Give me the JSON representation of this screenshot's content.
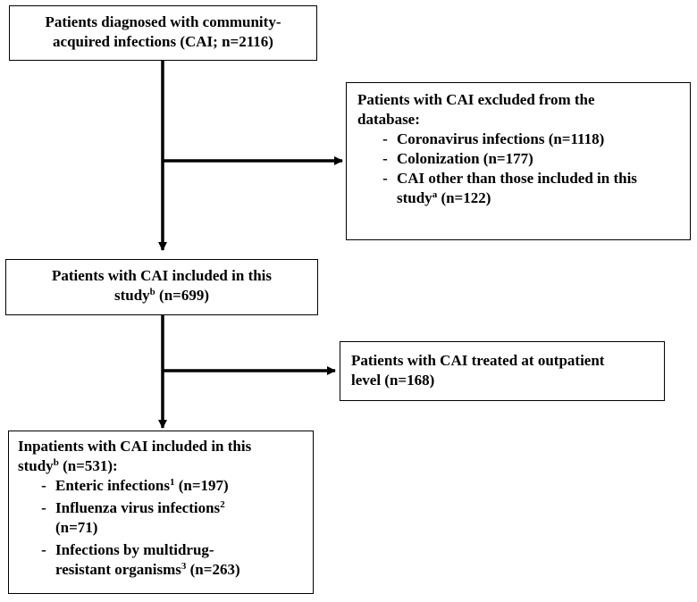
{
  "box1": {
    "line1": "Patients diagnosed with community-",
    "line2": "acquired infections (CAI; n=2116)"
  },
  "box2": {
    "line1": "Patients with CAI excluded from the",
    "line2": "database:",
    "items": [
      {
        "text": "Coronavirus infections (n=1118)"
      },
      {
        "text": "Colonization (n=177)"
      },
      {
        "text": "CAI other than those included in this",
        "cont": "study",
        "sup": "a",
        "cont_tail": " (n=122)"
      }
    ]
  },
  "box3": {
    "line1": "Patients with CAI included in this",
    "line2_pre": "study",
    "line2_sup": "b",
    "line2_post": " (n=699)"
  },
  "box4": {
    "line1": "Patients with CAI treated at outpatient",
    "line2": "level (n=168)"
  },
  "box5": {
    "line1": "Inpatients with CAI included in this",
    "line2_pre": "study",
    "line2_sup": "b",
    "line2_post": " (n=531):",
    "items": [
      {
        "pre": "Enteric infections",
        "sup": "1",
        "post": " (n=197)"
      },
      {
        "pre": "Influenza virus infections",
        "sup": "2",
        "post": "",
        "cont": "(n=71)"
      },
      {
        "pre": "Infections by multidrug-",
        "sup": "",
        "post": "",
        "cont": "resistant organisms",
        "cont_sup": "3",
        "cont_post": " (n=263)"
      }
    ]
  },
  "dash": "-"
}
